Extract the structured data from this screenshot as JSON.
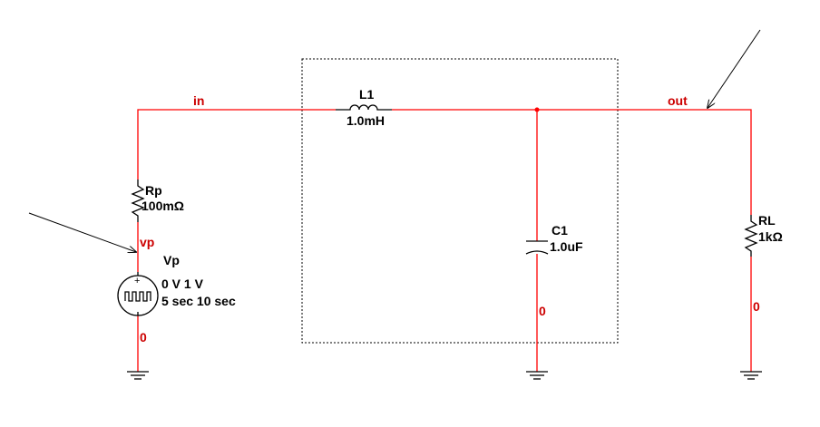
{
  "nets": {
    "in": "in",
    "out": "out",
    "vp": "vp",
    "gnd_source": "0",
    "gnd_cap": "0",
    "gnd_load": "0"
  },
  "components": {
    "inductor": {
      "ref": "L1",
      "value": "1.0mH"
    },
    "capacitor": {
      "ref": "C1",
      "value": "1.0uF"
    },
    "source_resistor": {
      "ref": "Rp",
      "value": "100mΩ"
    },
    "load_resistor": {
      "ref": "RL",
      "value": "1kΩ"
    },
    "source": {
      "ref": "Vp",
      "levels": "0 V 1 V",
      "timing": "5 sec 10 sec",
      "polarity": "+"
    }
  },
  "colors": {
    "wire": "#ff0000",
    "net_label": "#cc0000",
    "component": "#000000"
  },
  "icons": [
    "pulse-source-icon",
    "ground-icon",
    "probe-arrow-icon"
  ]
}
